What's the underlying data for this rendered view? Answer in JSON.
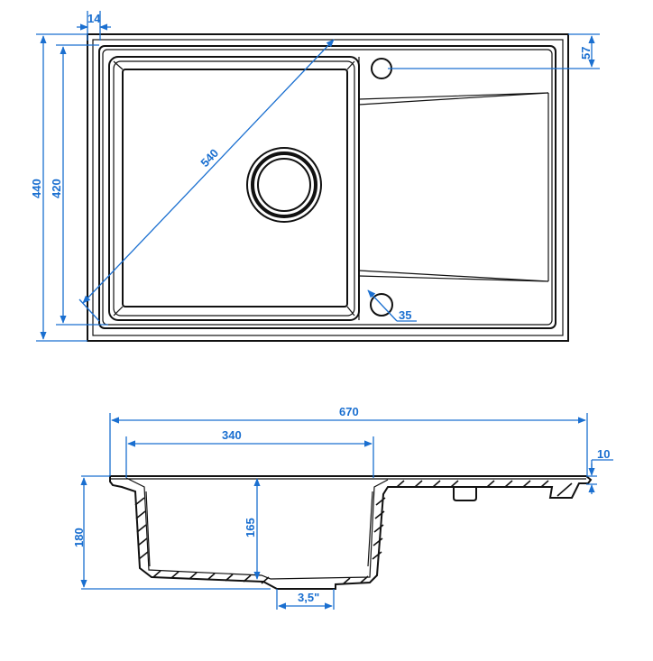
{
  "drawing": {
    "top_view": {
      "dim_rim_width": "14",
      "dim_overall_depth": "440",
      "dim_bowl_depth": "420",
      "dim_diagonal": "540",
      "dim_tap_hole_offset": "57",
      "dim_hole_diameter": "35"
    },
    "side_view": {
      "dim_overall_width": "670",
      "dim_bowl_width": "340",
      "dim_rim_thickness": "10",
      "dim_total_height": "180",
      "dim_bowl_height": "165",
      "dim_drain_size": "3,5\""
    },
    "colors": {
      "dimension": "#1a6fd0",
      "outline": "#111111"
    }
  }
}
